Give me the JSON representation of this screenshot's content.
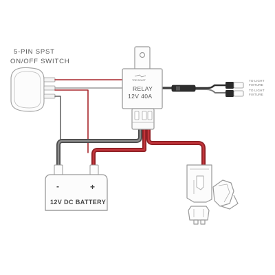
{
  "switch": {
    "label_line1": "5-PIN  SPST",
    "label_line2": "ON/OFF  SWITCH"
  },
  "relay": {
    "brand": "TRE BEAST",
    "label_line1": "RELAY",
    "label_line2": "12V 40A"
  },
  "outputs": [
    {
      "line1": "TO LIGHT",
      "line2": "FIXTURE"
    },
    {
      "line1": "TO LIGHT",
      "line2": "FIXTURE"
    }
  ],
  "battery": {
    "label": "12V DC BATTERY",
    "negative": "-",
    "positive": "+"
  },
  "colors": {
    "wire_red": "#a8262b",
    "wire_dark": "#505050",
    "wire_gray": "#8a8a8a",
    "outline": "#9b9b9b",
    "component_fill": "#fbfbfb",
    "label_text": "#555555"
  }
}
